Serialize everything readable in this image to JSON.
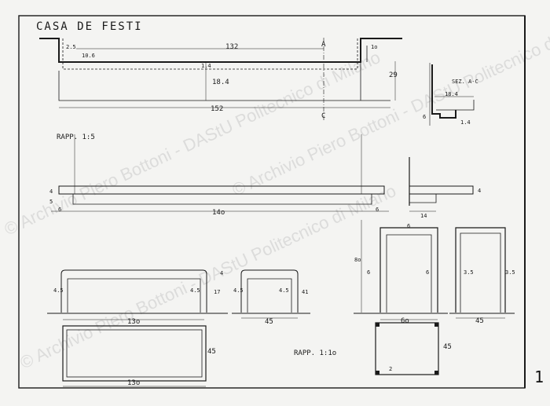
{
  "title": "CASA   DE  FESTI",
  "sheet_number": "1",
  "watermark": "© Archivio Piero Bottoni - DAStU Politecnico di Milano",
  "top_plan": {
    "d_132": "132",
    "d_2_5": "2.5",
    "d_10_6": "10.6",
    "d_1_0": "1o",
    "d_18_4": "18.4",
    "d_1_4": "1.4",
    "d_29": "29",
    "d_152": "152",
    "mark_a": "A",
    "mark_c": "C"
  },
  "section": {
    "title": "SEZ. A-C",
    "d_18_4": "18.4",
    "d_6": "6",
    "d_1_4": "1.4"
  },
  "scale_1": "RAPP.  1:5",
  "shelf_front": {
    "d_4": "4",
    "d_5": "5",
    "d_6_left": "6",
    "d_140": "14o",
    "d_6_right": "6"
  },
  "shelf_side": {
    "d_4": "4",
    "d_14": "14"
  },
  "bench_front": {
    "d_4_5_l": "4.5",
    "d_4_5_r": "4.5",
    "d_4": "4",
    "d_17": "17",
    "d_130": "13o"
  },
  "bench_side": {
    "d_4_5_l": "4.5",
    "d_4_5_r": "4.5",
    "d_41": "41",
    "d_45": "45"
  },
  "bench_plan": {
    "d_130": "13o",
    "d_45": "45"
  },
  "scale_2": "RAPP.  1:1o",
  "frame_front": {
    "d_6_top": "6",
    "d_80": "8o",
    "d_6_l": "6",
    "d_6_r": "6",
    "d_60": "6o"
  },
  "frame_side": {
    "d_3_5_l": "3.5",
    "d_3_5_r": "3.5",
    "d_45": "45"
  },
  "frame_plan": {
    "d_2": "2",
    "d_45": "45"
  }
}
